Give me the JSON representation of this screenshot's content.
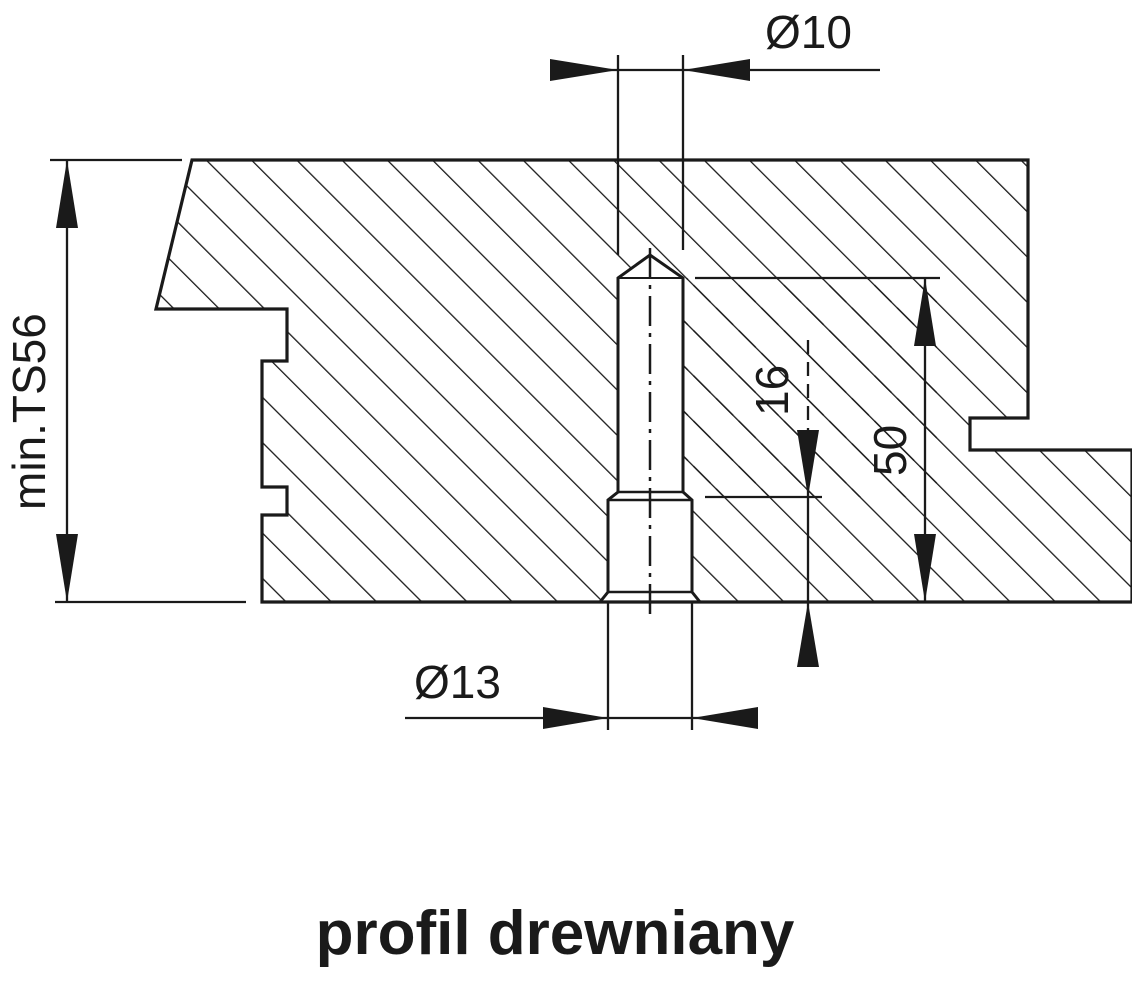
{
  "title": "profil drewniany",
  "dimensions": {
    "bolt_diameter": "Ø10",
    "counterbore_diameter": "Ø13",
    "thickness": "min.TS56",
    "depth_total": "50",
    "counterbore_depth": "16"
  },
  "colors": {
    "line": "#1a1a1a",
    "background": "#ffffff"
  }
}
